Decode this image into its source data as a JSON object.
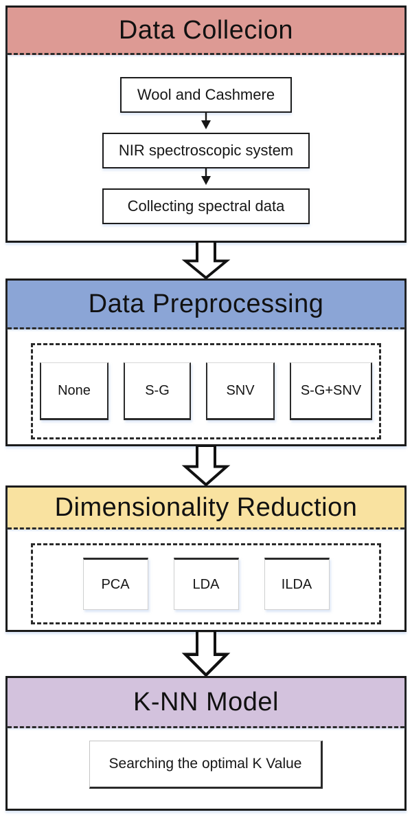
{
  "figure": {
    "type": "flowchart",
    "topic": "NIR wool/cashmere classification workflow"
  },
  "colors": {
    "data_collection_header": "#dd9a94",
    "data_preprocessing_header": "#8ba5d6",
    "dimensionality_reduction_header": "#f9e2a0",
    "knn_model_header": "#d3c2dd",
    "border": "#1b1b1b"
  },
  "sections": [
    {
      "title": "Data Collecion",
      "steps": [
        "Wool and Cashmere",
        "NIR spectroscopic system",
        "Collecting spectral data"
      ]
    },
    {
      "title": "Data Preprocessing",
      "options": [
        "None",
        "S-G",
        "SNV",
        "S-G+SNV"
      ]
    },
    {
      "title": "Dimensionality Reduction",
      "options": [
        "PCA",
        "LDA",
        "ILDA"
      ]
    },
    {
      "title": "K-NN Model",
      "steps": [
        "Searching the optimal K Value"
      ]
    }
  ]
}
